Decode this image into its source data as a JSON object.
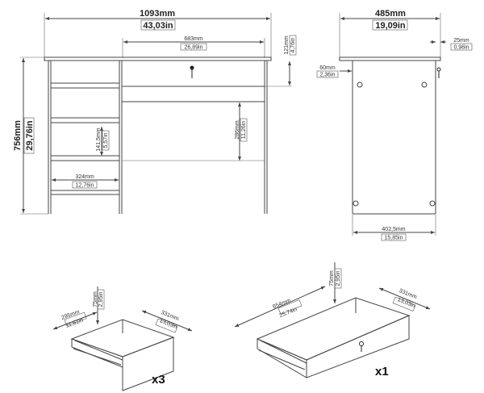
{
  "front_view": {
    "width": {
      "mm": "1093mm",
      "in": "43,03in"
    },
    "height": {
      "mm": "756mm",
      "in": "29,76in"
    },
    "drawer_width": {
      "mm": "683mm",
      "in": "26,89in"
    },
    "drawer_height": {
      "mm": "121mm",
      "in": "4,76in"
    },
    "knee_clearance": {
      "mm": "286mm",
      "in": "11,26in"
    },
    "small_drawer_height": {
      "mm": "141,5mm",
      "in": "5,57in"
    },
    "small_drawer_width": {
      "mm": "324mm",
      "in": "12,76in"
    }
  },
  "side_view": {
    "depth": {
      "mm": "485mm",
      "in": "19,09in"
    },
    "top_overhang": {
      "mm": "25mm",
      "in": "0,98in"
    },
    "leg_inset": {
      "mm": "60mm",
      "in": "2,36in"
    },
    "base_depth": {
      "mm": "402,5mm",
      "in": "15,85in"
    }
  },
  "small_drawer": {
    "depth": {
      "mm": "295mm",
      "in": "11,61in"
    },
    "height": {
      "mm": "75mm",
      "in": "2,95in"
    },
    "width": {
      "mm": "331mm",
      "in": "13,03in"
    },
    "quantity": "x3"
  },
  "large_drawer": {
    "width": {
      "mm": "654mm",
      "in": "25,74in"
    },
    "height": {
      "mm": "75mm",
      "in": "2,95in"
    },
    "depth": {
      "mm": "331mm",
      "in": "13,03in"
    },
    "quantity": "x1"
  }
}
